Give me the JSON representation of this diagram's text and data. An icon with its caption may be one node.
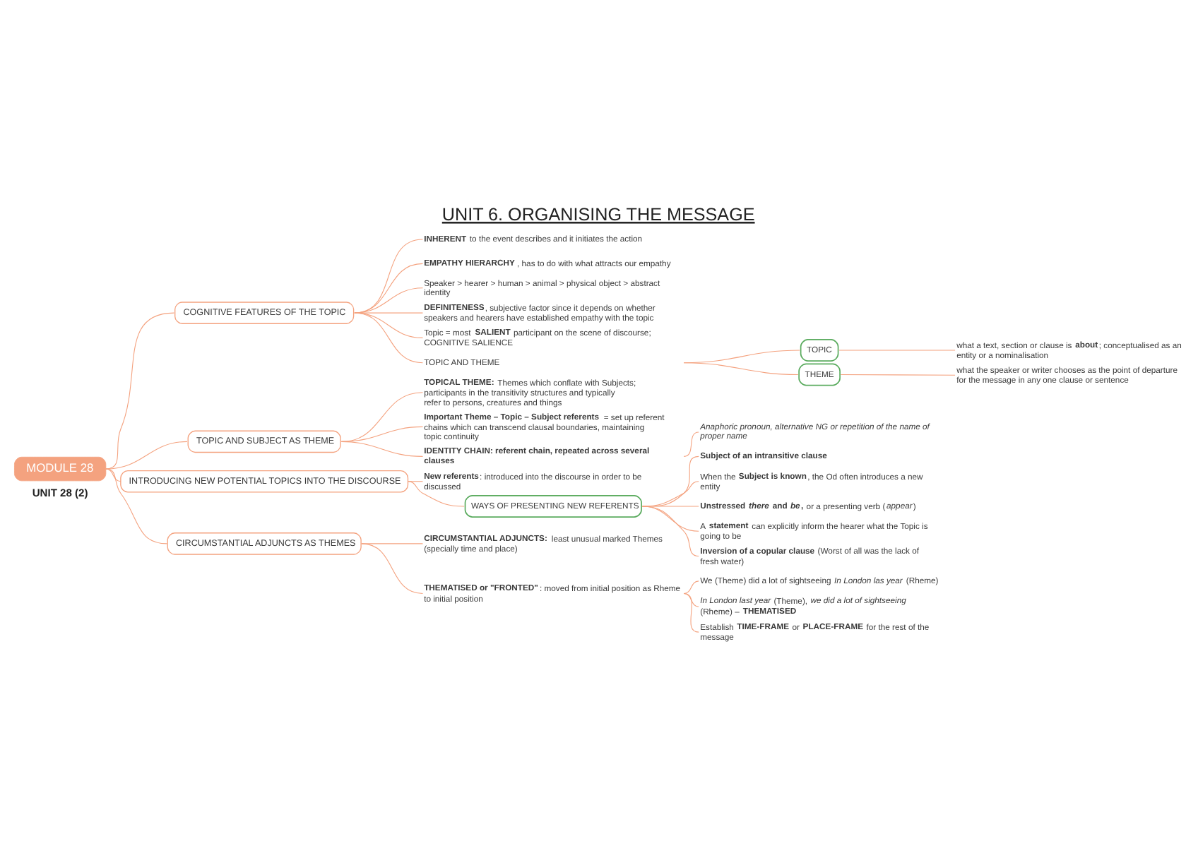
{
  "diagram": {
    "title": "UNIT 6. ORGANISING THE MESSAGE",
    "nodes": [
      {
        "text": [
          "MODULE 28"
        ]
      },
      {
        "text": [
          "COGNITIVE FEATURES OF THE TOPIC"
        ]
      },
      {
        "text": [
          "**INHERENT** to the event describes and it initiates the action"
        ]
      },
      {
        "text": [
          "**EMPATHY HIERARCHY**, has to do with what attracts our empathy"
        ]
      },
      {
        "text": [
          "Speaker > hearer > human > animal > physical object > abstract identity"
        ]
      },
      {
        "text": [
          "**DEFINITENESS**, subjective factor since it depends on whether speakers and hearers have established empathy with the topic"
        ]
      },
      {
        "text": [
          "Topic = most **SALIENT** participant on the scene of discourse; COGNITIVE SALIENCE"
        ]
      },
      {
        "text": [
          "TOPIC AND THEME"
        ]
      },
      {
        "text": [
          "TOPIC"
        ]
      },
      {
        "text": [
          "what a text, section or clause is **about**; conceptualised as an entity or a nominalisation"
        ]
      },
      {
        "text": [
          "THEME"
        ]
      },
      {
        "text": [
          "what the speaker or writer chooses as the point of departure for the message in any one clause or sentence"
        ]
      },
      {
        "text": [
          "TOPIC AND SUBJECT AS THEME"
        ]
      },
      {
        "text": [
          "**TOPICAL THEME:** Themes which conflate with Subjects; participants in the transitivity structures and typically refer to persons, creatures and things"
        ]
      },
      {
        "text": [
          "**Important Theme – Topic – Subject referents** = set up referent chains which can transcend clausal boundaries, maintaining topic continuity"
        ]
      },
      {
        "text": [
          "IDENTITY CHAIN: referent chain, repeated across several clauses"
        ]
      },
      {
        "text": [
          "Anaphoric pronoun, alternative NG or repetition of the name of proper name"
        ]
      },
      {
        "text": [
          "INTRODUCING NEW POTENTIAL TOPICS INTO THE DISCOURSE"
        ]
      },
      {
        "text": [
          "**New referents**: introduced into the discourse in order to be discussed"
        ]
      },
      {
        "text": [
          "WAYS OF PRESENTING NEW REFERENTS"
        ]
      },
      {
        "text": [
          "Subject of an intransitive clause"
        ]
      },
      {
        "text": [
          "When the **Subject is known**, the Od often introduces a new entity"
        ]
      },
      {
        "text": [
          "**Unstressed *there* and *be*,** or a presenting verb (*appear*)"
        ]
      },
      {
        "text": [
          "A **statement** can explicitly inform the hearer what the Topic is going to be"
        ]
      },
      {
        "text": [
          "**Inversion of a copular clause** (Worst of all was the lack of fresh water)"
        ]
      },
      {
        "text": [
          "CIRCUMSTANTIAL ADJUNCTS AS THEMES"
        ]
      },
      {
        "text": [
          "**CIRCUMSTANTIAL ADJUNCTS:** least unusual marked Themes (specially time and place)"
        ]
      },
      {
        "text": [
          "**THEMATISED or \"FRONTED\"**: moved from initial position as Rheme to initial position"
        ]
      },
      {
        "text": [
          "We (Theme) did a lot of sightseeing *In London las year* (Rheme)"
        ]
      },
      {
        "text": [
          "*In London last year* (Theme), *we did a lot of sightseeing* (Rheme) – **THEMATISED**"
        ]
      },
      {
        "text": [
          "Establish **TIME-FRAME** or **PLACE-FRAME** for the rest of the message"
        ]
      }
    ],
    "edges": [
      {
        "from": 0,
        "to": 1,
        "arrow": "none"
      },
      {
        "from": 1,
        "to": 2,
        "arrow": "none"
      },
      {
        "from": 1,
        "to": 3,
        "arrow": "none"
      },
      {
        "from": 1,
        "to": 4,
        "arrow": "none"
      },
      {
        "from": 1,
        "to": 5,
        "arrow": "none"
      },
      {
        "from": 1,
        "to": 6,
        "arrow": "none"
      },
      {
        "from": 1,
        "to": 7,
        "arrow": "none"
      },
      {
        "from": 7,
        "to": 8,
        "arrow": "none"
      },
      {
        "from": 8,
        "to": 9,
        "arrow": "none"
      },
      {
        "from": 7,
        "to": 10,
        "arrow": "none"
      },
      {
        "from": 10,
        "to": 11,
        "arrow": "none"
      },
      {
        "from": 0,
        "to": 12,
        "arrow": "none"
      },
      {
        "from": 12,
        "to": 13,
        "arrow": "none"
      },
      {
        "from": 12,
        "to": 14,
        "arrow": "none"
      },
      {
        "from": 12,
        "to": 15,
        "arrow": "none"
      },
      {
        "from": 15,
        "to": 16,
        "arrow": "none"
      },
      {
        "from": 0,
        "to": 17,
        "arrow": "none"
      },
      {
        "from": 17,
        "to": 18,
        "arrow": "none"
      },
      {
        "from": 17,
        "to": 19,
        "arrow": "none"
      },
      {
        "from": 19,
        "to": 20,
        "arrow": "none"
      },
      {
        "from": 19,
        "to": 21,
        "arrow": "none"
      },
      {
        "from": 19,
        "to": 22,
        "arrow": "none"
      },
      {
        "from": 19,
        "to": 23,
        "arrow": "none"
      },
      {
        "from": 19,
        "to": 24,
        "arrow": "none"
      },
      {
        "from": 0,
        "to": 25,
        "arrow": "none"
      },
      {
        "from": 25,
        "to": 26,
        "arrow": "none"
      },
      {
        "from": 25,
        "to": 27,
        "arrow": "none"
      },
      {
        "from": 27,
        "to": 28,
        "arrow": "none"
      },
      {
        "from": 27,
        "to": 29,
        "arrow": "none"
      },
      {
        "from": 27,
        "to": 30,
        "arrow": "none"
      }
    ],
    "labels": [
      "UNIT 28 (2)"
    ]
  }
}
